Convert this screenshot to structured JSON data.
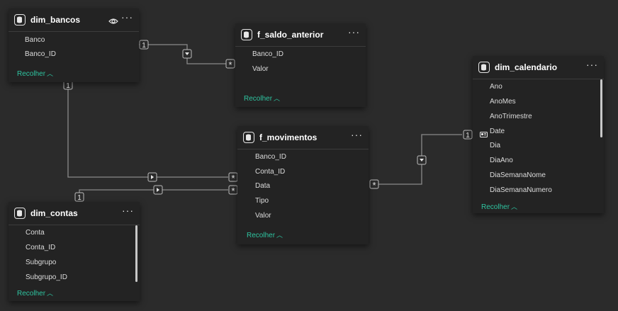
{
  "tables": {
    "dim_bancos": {
      "title": "dim_bancos",
      "fields": [
        "Banco",
        "Banco_ID"
      ],
      "collapse": "Recolher",
      "icons": [
        "database-icon",
        "eye-icon",
        "more-options-icon"
      ]
    },
    "f_saldo_anterior": {
      "title": "f_saldo_anterior",
      "fields": [
        "Banco_ID",
        "Valor"
      ],
      "collapse": "Recolher",
      "icons": [
        "database-icon",
        "more-options-icon"
      ]
    },
    "dim_calendario": {
      "title": "dim_calendario",
      "fields": [
        "Ano",
        "AnoMes",
        "AnoTrimestre",
        "Date",
        "Dia",
        "DiaAno",
        "DiaSemanaNome",
        "DiaSemanaNumero"
      ],
      "collapse": "Recolher",
      "icons": [
        "database-icon",
        "more-options-icon",
        "calendar-key-icon"
      ]
    },
    "f_movimentos": {
      "title": "f_movimentos",
      "fields": [
        "Banco_ID",
        "Conta_ID",
        "Data",
        "Tipo",
        "Valor"
      ],
      "collapse": "Recolher",
      "icons": [
        "database-icon",
        "more-options-icon"
      ]
    },
    "dim_contas": {
      "title": "dim_contas",
      "fields": [
        "Conta",
        "Conta_ID",
        "Subgrupo",
        "Subgrupo_ID"
      ],
      "collapse": "Recolher",
      "icons": [
        "database-icon",
        "more-options-icon"
      ]
    }
  },
  "relationships": {
    "one": "1",
    "many": "*",
    "links": [
      {
        "from": "dim_bancos",
        "to": "f_saldo_anterior",
        "from_card": "1",
        "to_card": "*",
        "filter": "single"
      },
      {
        "from": "dim_bancos",
        "to": "f_movimentos",
        "from_card": "1",
        "to_card": "*",
        "filter": "single"
      },
      {
        "from": "dim_contas",
        "to": "f_movimentos",
        "from_card": "1",
        "to_card": "*",
        "filter": "single"
      },
      {
        "from": "dim_calendario",
        "to": "f_movimentos",
        "from_card": "1",
        "to_card": "*",
        "filter": "single"
      }
    ]
  },
  "colors": {
    "background": "#2b2b2b",
    "card": "#232323",
    "accent": "#2ec4a0",
    "line": "#8a8a8a"
  }
}
